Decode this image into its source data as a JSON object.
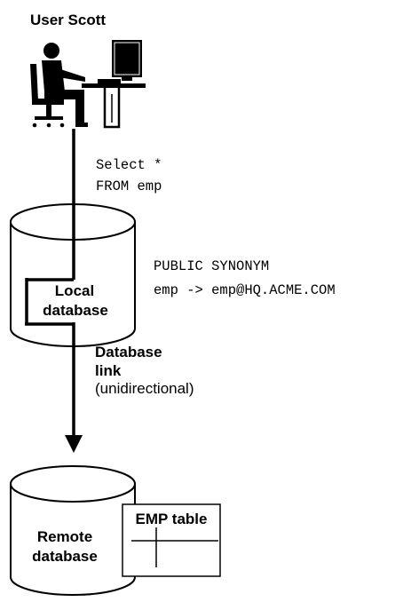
{
  "user": {
    "title": "User Scott"
  },
  "query": {
    "line1": "Select *",
    "line2": "FROM emp"
  },
  "local_db": {
    "line1": "Local",
    "line2": "database"
  },
  "synonym": {
    "line1": "PUBLIC SYNONYM",
    "line2": "emp -> emp@HQ.ACME.COM"
  },
  "db_link": {
    "line1": "Database",
    "line2": "link",
    "line3": "(unidirectional)"
  },
  "remote_db": {
    "line1": "Remote",
    "line2": "database"
  },
  "emp_table": {
    "title": "EMP table"
  }
}
